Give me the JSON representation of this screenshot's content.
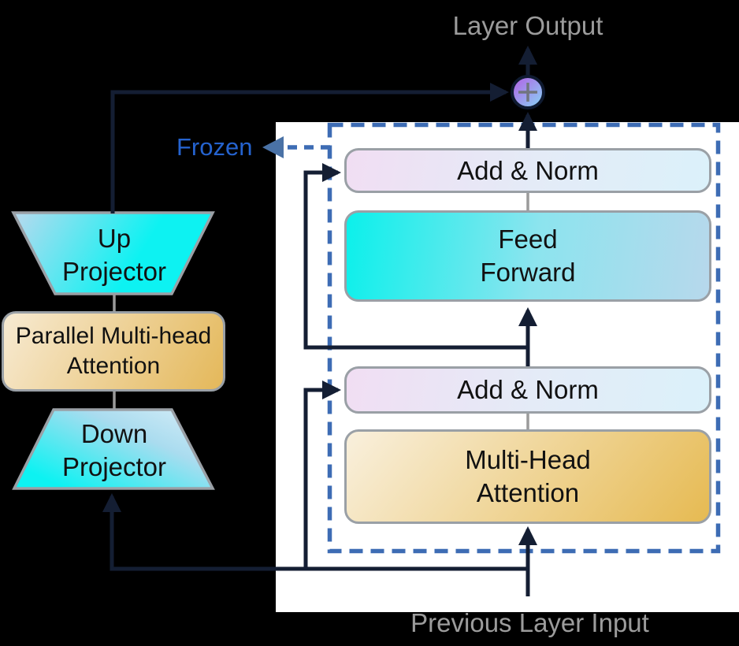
{
  "title": "Transformer layer with parallel adapter diagram",
  "labels": {
    "layer_output": "Layer Output",
    "previous_layer_input": "Previous Layer Input",
    "frozen": "Frozen",
    "sum_symbol": "+"
  },
  "transformer_block": {
    "state": "Frozen",
    "boxes": {
      "add_norm_top": "Add & Norm",
      "feed_forward": "Feed\nForward",
      "add_norm_bottom": "Add & Norm",
      "multi_head_attention": "Multi-Head\nAttention"
    }
  },
  "adapter_branch": {
    "up_projector": "Up\nProjector",
    "parallel_attention": "Parallel Multi-head\nAttention",
    "down_projector": "Down\nProjector"
  },
  "colors": {
    "background": "#000000",
    "panel": "#ffffff",
    "frame_dash_blue": "#3d6cb4",
    "frozen_arrowhead": "#4a72a6",
    "frozen_text_blue": "#2563cf",
    "arrow_navy": "#141e33",
    "connector_gray": "#9b9b9b",
    "box_border_gray": "#9aa0a6",
    "muted_text_gray": "#9c9c9c",
    "add_norm_gradient": [
      "#f1def3",
      "#dbf1fa"
    ],
    "feed_forward_gradient": [
      "#0bf0eb",
      "#b7d8ec"
    ],
    "attention_gradient": [
      "#f9f0dd",
      "#e6ba52"
    ],
    "projector_gradient": [
      "#b9d9ee",
      "#0df2f2"
    ],
    "sum_circle_gradient": [
      "#b45ce4",
      "#86d8f6"
    ]
  }
}
